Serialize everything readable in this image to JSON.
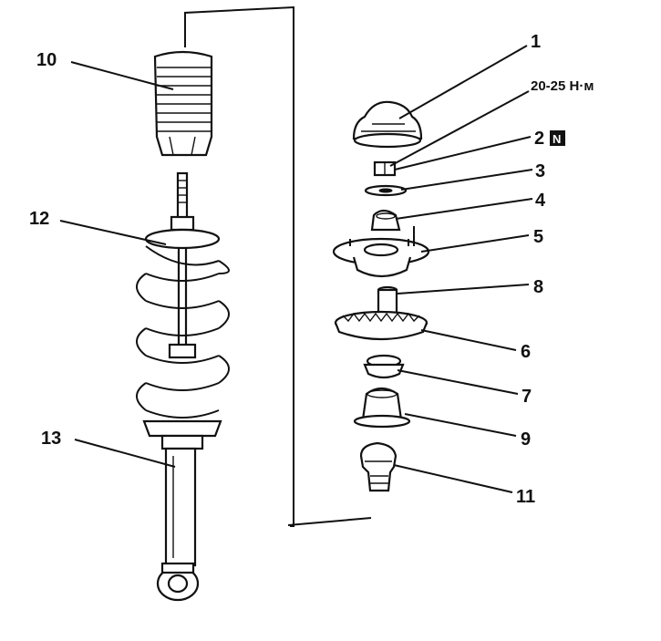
{
  "diagram": {
    "callouts": {
      "c1": "1",
      "torque": "20-25 Н·м",
      "c2": "2",
      "c2_badge": "N",
      "c3": "3",
      "c4": "4",
      "c5": "5",
      "c8": "8",
      "c6": "6",
      "c7": "7",
      "c9": "9",
      "c11": "11",
      "c10": "10",
      "c12": "12",
      "c13": "13"
    },
    "colors": {
      "ink": "#111111",
      "paper": "#ffffff"
    }
  }
}
